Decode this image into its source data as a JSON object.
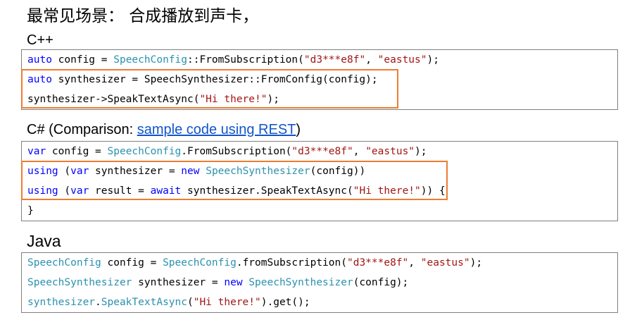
{
  "slide": {
    "title": "最常见场景： 合成播放到声卡，"
  },
  "sections": {
    "cpp": {
      "heading": "C++",
      "code": [
        [
          "auto",
          " config = ",
          "SpeechConfig",
          "::FromSubscription(",
          "\"d3***e8f\"",
          ", ",
          "\"eastus\"",
          ");"
        ],
        [
          "auto",
          " synthesizer = SpeechSynthesizer::FromConfig(config);"
        ],
        [
          "synthesizer->SpeakTextAsync(",
          "\"Hi there!\"",
          ");"
        ]
      ]
    },
    "csharp": {
      "heading_prefix": "C# (Comparison: ",
      "heading_link": "sample code using REST",
      "heading_suffix": ")",
      "code": [
        [
          "var",
          " config = ",
          "SpeechConfig",
          ".FromSubscription(",
          "\"d3***e8f\"",
          ", ",
          "\"eastus\"",
          ");"
        ],
        [
          "using",
          " (",
          "var",
          " synthesizer = ",
          "new",
          " ",
          "SpeechSynthesizer",
          "(config))"
        ],
        [
          "using",
          " (",
          "var",
          " result = ",
          "await",
          " synthesizer.SpeakTextAsync(",
          "\"Hi there!\"",
          ")) {"
        ],
        [
          "}"
        ]
      ]
    },
    "java": {
      "heading": "Java",
      "code": [
        [
          "SpeechConfig",
          " config = ",
          "SpeechConfig",
          ".fromSubscription(",
          "\"d3***e8f\"",
          ", ",
          "\"eastus\"",
          ");"
        ],
        [
          "SpeechSynthesizer",
          " synthesizer = ",
          "new",
          " ",
          "SpeechSynthesizer",
          "(config);"
        ],
        [
          "synthesizer",
          ".",
          "SpeakTextAsync",
          "(",
          "\"Hi there!\"",
          ").get();"
        ]
      ]
    }
  },
  "colors": {
    "keyword": "#0000ff",
    "type": "#2b91af",
    "string": "#a31515",
    "highlight_border": "#ed7d31",
    "link": "#1155cc"
  }
}
